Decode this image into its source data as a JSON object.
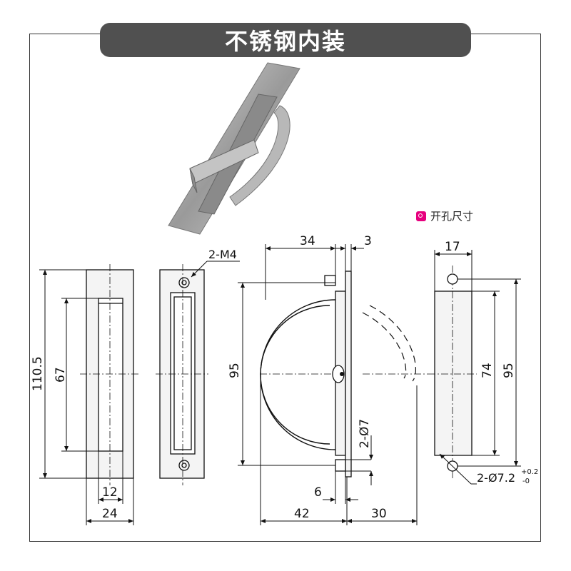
{
  "title": "不锈钢内装",
  "legend": {
    "label": "开孔尺寸",
    "color": "#e6007e"
  },
  "dimensions": {
    "front_height": "110.5",
    "front_inner_height": "67",
    "front_inner_width": "12",
    "front_width": "24",
    "thread": "2-M4",
    "side_top_depth": "34",
    "side_plate_thickness": "3",
    "side_height": "95",
    "side_hole": "2-Ø7",
    "side_stud": "6",
    "side_depth": "42",
    "side_swing": "30",
    "cutout_width": "17",
    "cutout_height": "74",
    "cutout_pitch": "95",
    "cutout_hole": "2-Ø7.2",
    "cutout_tol_plus": "+0.2",
    "cutout_tol_minus": "-0"
  },
  "colors": {
    "title_bg": "#505050",
    "line": "#111111",
    "part_fill": "#f2f2f2"
  }
}
